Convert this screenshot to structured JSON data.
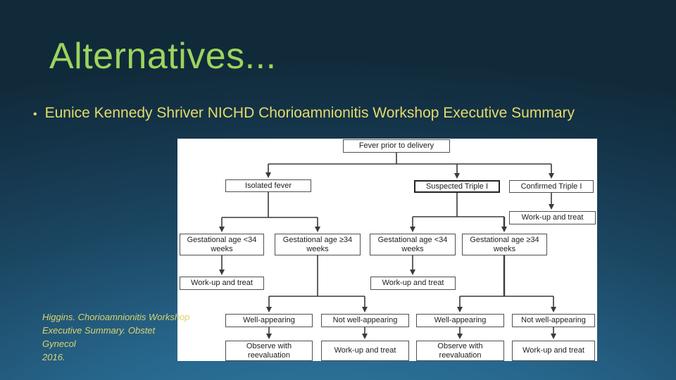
{
  "slide": {
    "title": "Alternatives...",
    "bullet_marker": "•",
    "bullet": "Eunice Kennedy Shriver NICHD Chorioamnionitis Workshop Executive Summary",
    "citation_lines": [
      "Higgins. Chorioamnionitis Workshop",
      "Executive Summary. Obstet Gynecol",
      "2016."
    ]
  },
  "colors": {
    "background_top": "#112a3a",
    "background_bottom": "#2f7da6",
    "title_green": "#9cd45e",
    "bullet_yellow": "#e3dc6a",
    "citation_yellow": "#dbd46e",
    "panel_background": "#ffffff",
    "flowchart_line": "#3a3a3a"
  },
  "flowchart": {
    "nodes": [
      {
        "id": "fever-prior-to-delivery",
        "label": "Fever prior to delivery"
      },
      {
        "id": "isolated-fever",
        "label": "Isolated fever"
      },
      {
        "id": "suspected-triple-i",
        "label": "Suspected Triple I"
      },
      {
        "id": "confirmed-triple-i",
        "label": "Confirmed Triple I"
      },
      {
        "id": "workup-confirmed",
        "label": "Work-up and treat"
      },
      {
        "id": "ga-lt34-isolated",
        "label": "Gestational age <34 weeks"
      },
      {
        "id": "ga-ge34-isolated",
        "label": "Gestational age ≥34 weeks"
      },
      {
        "id": "ga-lt34-suspected",
        "label": "Gestational age <34 weeks"
      },
      {
        "id": "ga-ge34-suspected",
        "label": "Gestational age ≥34 weeks"
      },
      {
        "id": "workup-ga-lt34-isolated",
        "label": "Work-up and treat"
      },
      {
        "id": "workup-ga-lt34-suspected",
        "label": "Work-up and treat"
      },
      {
        "id": "well-isolated",
        "label": "Well-appearing"
      },
      {
        "id": "not-well-isolated",
        "label": "Not well-appearing"
      },
      {
        "id": "well-suspected",
        "label": "Well-appearing"
      },
      {
        "id": "not-well-suspected",
        "label": "Not well-appearing"
      },
      {
        "id": "observe-isolated",
        "label": "Observe with reevaluation"
      },
      {
        "id": "workup-not-well-isolated",
        "label": "Work-up and treat"
      },
      {
        "id": "observe-suspected",
        "label": "Observe with reevaluation"
      },
      {
        "id": "workup-not-well-suspected",
        "label": "Work-up and treat"
      }
    ],
    "edges": [
      [
        "fever-prior-to-delivery",
        "isolated-fever"
      ],
      [
        "fever-prior-to-delivery",
        "suspected-triple-i"
      ],
      [
        "fever-prior-to-delivery",
        "confirmed-triple-i"
      ],
      [
        "confirmed-triple-i",
        "workup-confirmed"
      ],
      [
        "isolated-fever",
        "ga-lt34-isolated"
      ],
      [
        "isolated-fever",
        "ga-ge34-isolated"
      ],
      [
        "suspected-triple-i",
        "ga-lt34-suspected"
      ],
      [
        "suspected-triple-i",
        "ga-ge34-suspected"
      ],
      [
        "ga-lt34-isolated",
        "workup-ga-lt34-isolated"
      ],
      [
        "ga-lt34-suspected",
        "workup-ga-lt34-suspected"
      ],
      [
        "ga-ge34-isolated",
        "well-isolated"
      ],
      [
        "ga-ge34-isolated",
        "not-well-isolated"
      ],
      [
        "ga-ge34-suspected",
        "well-suspected"
      ],
      [
        "ga-ge34-suspected",
        "not-well-suspected"
      ],
      [
        "well-isolated",
        "observe-isolated"
      ],
      [
        "not-well-isolated",
        "workup-not-well-isolated"
      ],
      [
        "well-suspected",
        "observe-suspected"
      ],
      [
        "not-well-suspected",
        "workup-not-well-suspected"
      ]
    ]
  }
}
